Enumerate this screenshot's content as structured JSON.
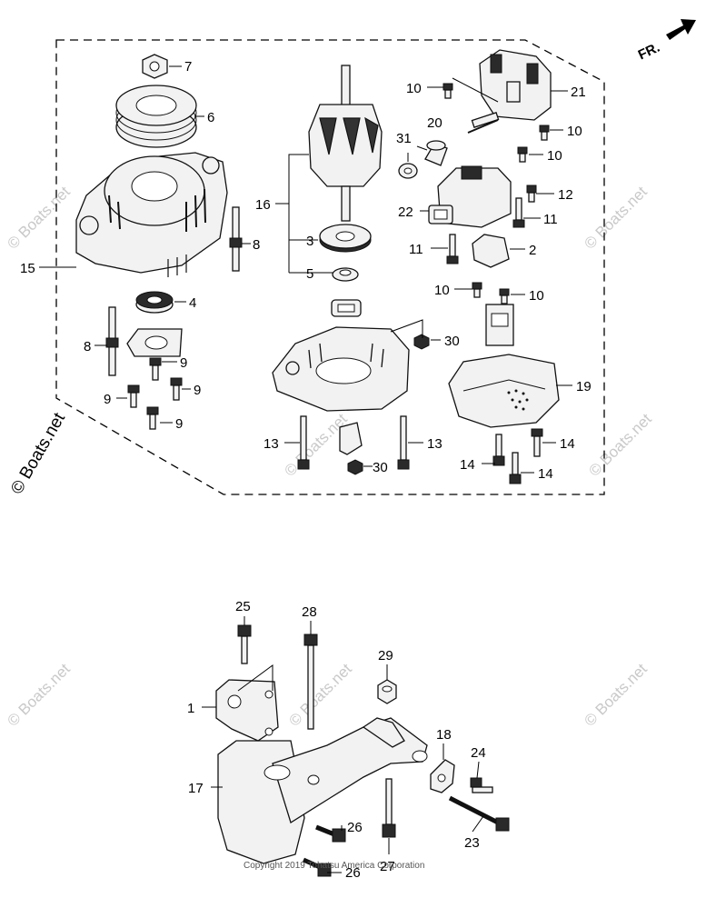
{
  "orientation_label": "FR.",
  "callouts": {
    "c1": "1",
    "c2": "2",
    "c3": "3",
    "c4": "4",
    "c5": "5",
    "c6": "6",
    "c7": "7",
    "c8a": "8",
    "c8b": "8",
    "c9a": "9",
    "c9b": "9",
    "c9c": "9",
    "c9d": "9",
    "c10a": "10",
    "c10b": "10",
    "c10c": "10",
    "c10d": "10",
    "c10e": "10",
    "c11a": "11",
    "c11b": "11",
    "c12": "12",
    "c13a": "13",
    "c13b": "13",
    "c14a": "14",
    "c14b": "14",
    "c14c": "14",
    "c15": "15",
    "c16": "16",
    "c17": "17",
    "c18": "18",
    "c19": "19",
    "c20": "20",
    "c21": "21",
    "c22": "22",
    "c23": "23",
    "c24": "24",
    "c25": "25",
    "c26a": "26",
    "c26b": "26",
    "c27": "27",
    "c28": "28",
    "c29": "29",
    "c30a": "30",
    "c30b": "30",
    "c31": "31"
  },
  "watermark": "© Boats.net",
  "copyright": "Copyright 2019 Tohatsu America Corporation",
  "colors": {
    "line": "#000000",
    "watermark": "#c9c9c9",
    "part_fill": "#f2f2f2"
  }
}
